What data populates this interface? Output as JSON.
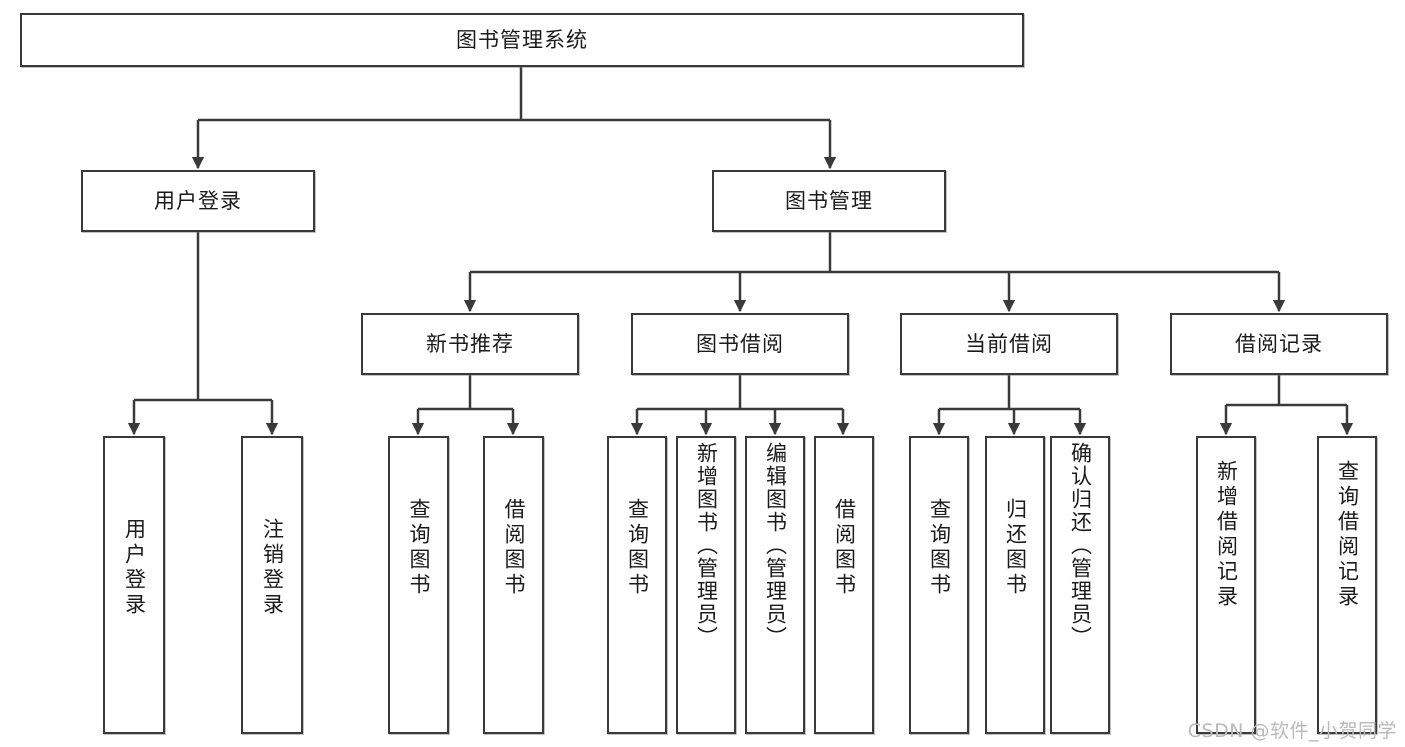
{
  "diagram": {
    "type": "tree-hierarchy",
    "title": "图书管理系统",
    "root": {
      "label": "图书管理系统",
      "children": [
        {
          "label": "用户登录",
          "children": [
            {
              "label": "用户登录"
            },
            {
              "label": "注销登录"
            }
          ]
        },
        {
          "label": "图书管理",
          "children": [
            {
              "label": "新书推荐",
              "children": [
                {
                  "label": "查询图书"
                },
                {
                  "label": "借阅图书"
                }
              ]
            },
            {
              "label": "图书借阅",
              "children": [
                {
                  "label": "查询图书"
                },
                {
                  "label": "新增图书（管理员）"
                },
                {
                  "label": "编辑图书（管理员）"
                },
                {
                  "label": "借阅图书"
                }
              ]
            },
            {
              "label": "当前借阅",
              "children": [
                {
                  "label": "查询图书"
                },
                {
                  "label": "归还图书"
                },
                {
                  "label": "确认归还（管理员）"
                }
              ]
            },
            {
              "label": "借阅记录",
              "children": [
                {
                  "label": "新增借阅记录"
                },
                {
                  "label": "查询借阅记录"
                }
              ]
            }
          ]
        }
      ]
    },
    "nodes": {
      "root": "图书管理系统",
      "l1_user_login": "用户登录",
      "l1_book_mgmt": "图书管理",
      "l2_new_book": "新书推荐",
      "l2_borrow": "图书借阅",
      "l2_current": "当前借阅",
      "l2_record": "借阅记录",
      "leaf_user_login": "用户登录",
      "leaf_logout": "注销登录",
      "leaf_nb_query": "查询图书",
      "leaf_nb_borrow": "借阅图书",
      "leaf_bw_query": "查询图书",
      "leaf_bw_add": "新增图书（管理员）",
      "leaf_bw_edit": "编辑图书（管理员）",
      "leaf_bw_borrow": "借阅图书",
      "leaf_cur_query": "查询图书",
      "leaf_cur_return": "归还图书",
      "leaf_cur_confirm": "确认归还（管理员）",
      "leaf_rec_add": "新增借阅记录",
      "leaf_rec_query": "查询借阅记录"
    },
    "colors": {
      "stroke": "#3a3a3a",
      "fill": "#ffffff",
      "text": "#1b1b1b",
      "watermark": "#b9b9b9"
    }
  },
  "watermark": {
    "text": "CSDN @软件_小贺同学"
  }
}
